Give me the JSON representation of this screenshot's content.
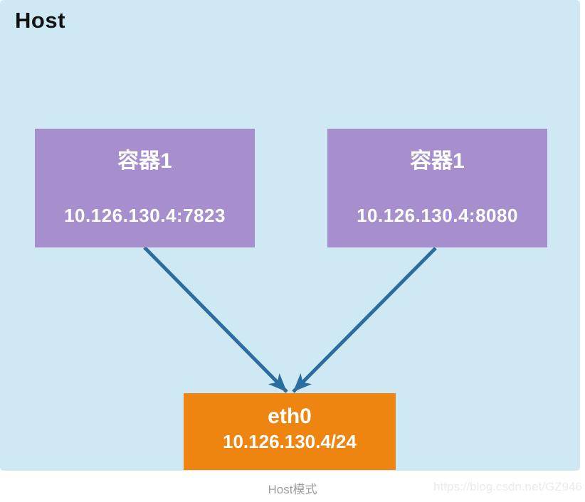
{
  "host": {
    "label": "Host"
  },
  "containers": [
    {
      "title": "容器1",
      "address": "10.126.130.4:7823"
    },
    {
      "title": "容器1",
      "address": "10.126.130.4:8080"
    }
  ],
  "eth0": {
    "title": "eth0",
    "address": "10.126.130.4/24"
  },
  "caption": "Host模式",
  "watermark": "https://blog.csdn.net/GZ946",
  "colors": {
    "host_panel_bg": "#cfe9f4",
    "container_box_bg": "#a78fce",
    "eth0_box_bg": "#ee8511",
    "arrow": "#2a6d9e",
    "host_label_text": "#121212",
    "box_text": "#ffffff",
    "caption_text": "#9d9d9d",
    "watermark_text": "#ebebeb"
  }
}
